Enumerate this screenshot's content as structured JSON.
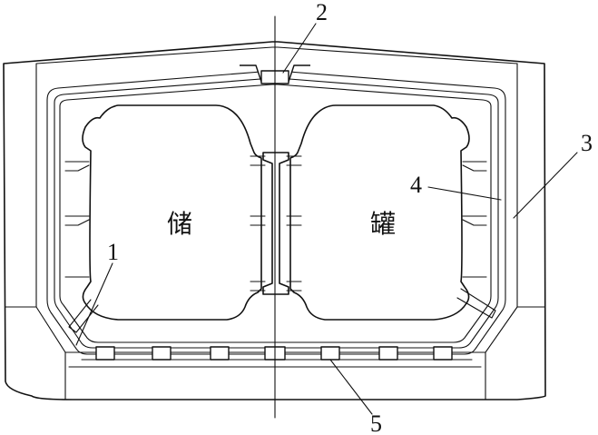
{
  "labels": {
    "n1": "1",
    "n2": "2",
    "n3": "3",
    "n4": "4",
    "n5": "5"
  },
  "tank_left": "储",
  "tank_right": "罐"
}
